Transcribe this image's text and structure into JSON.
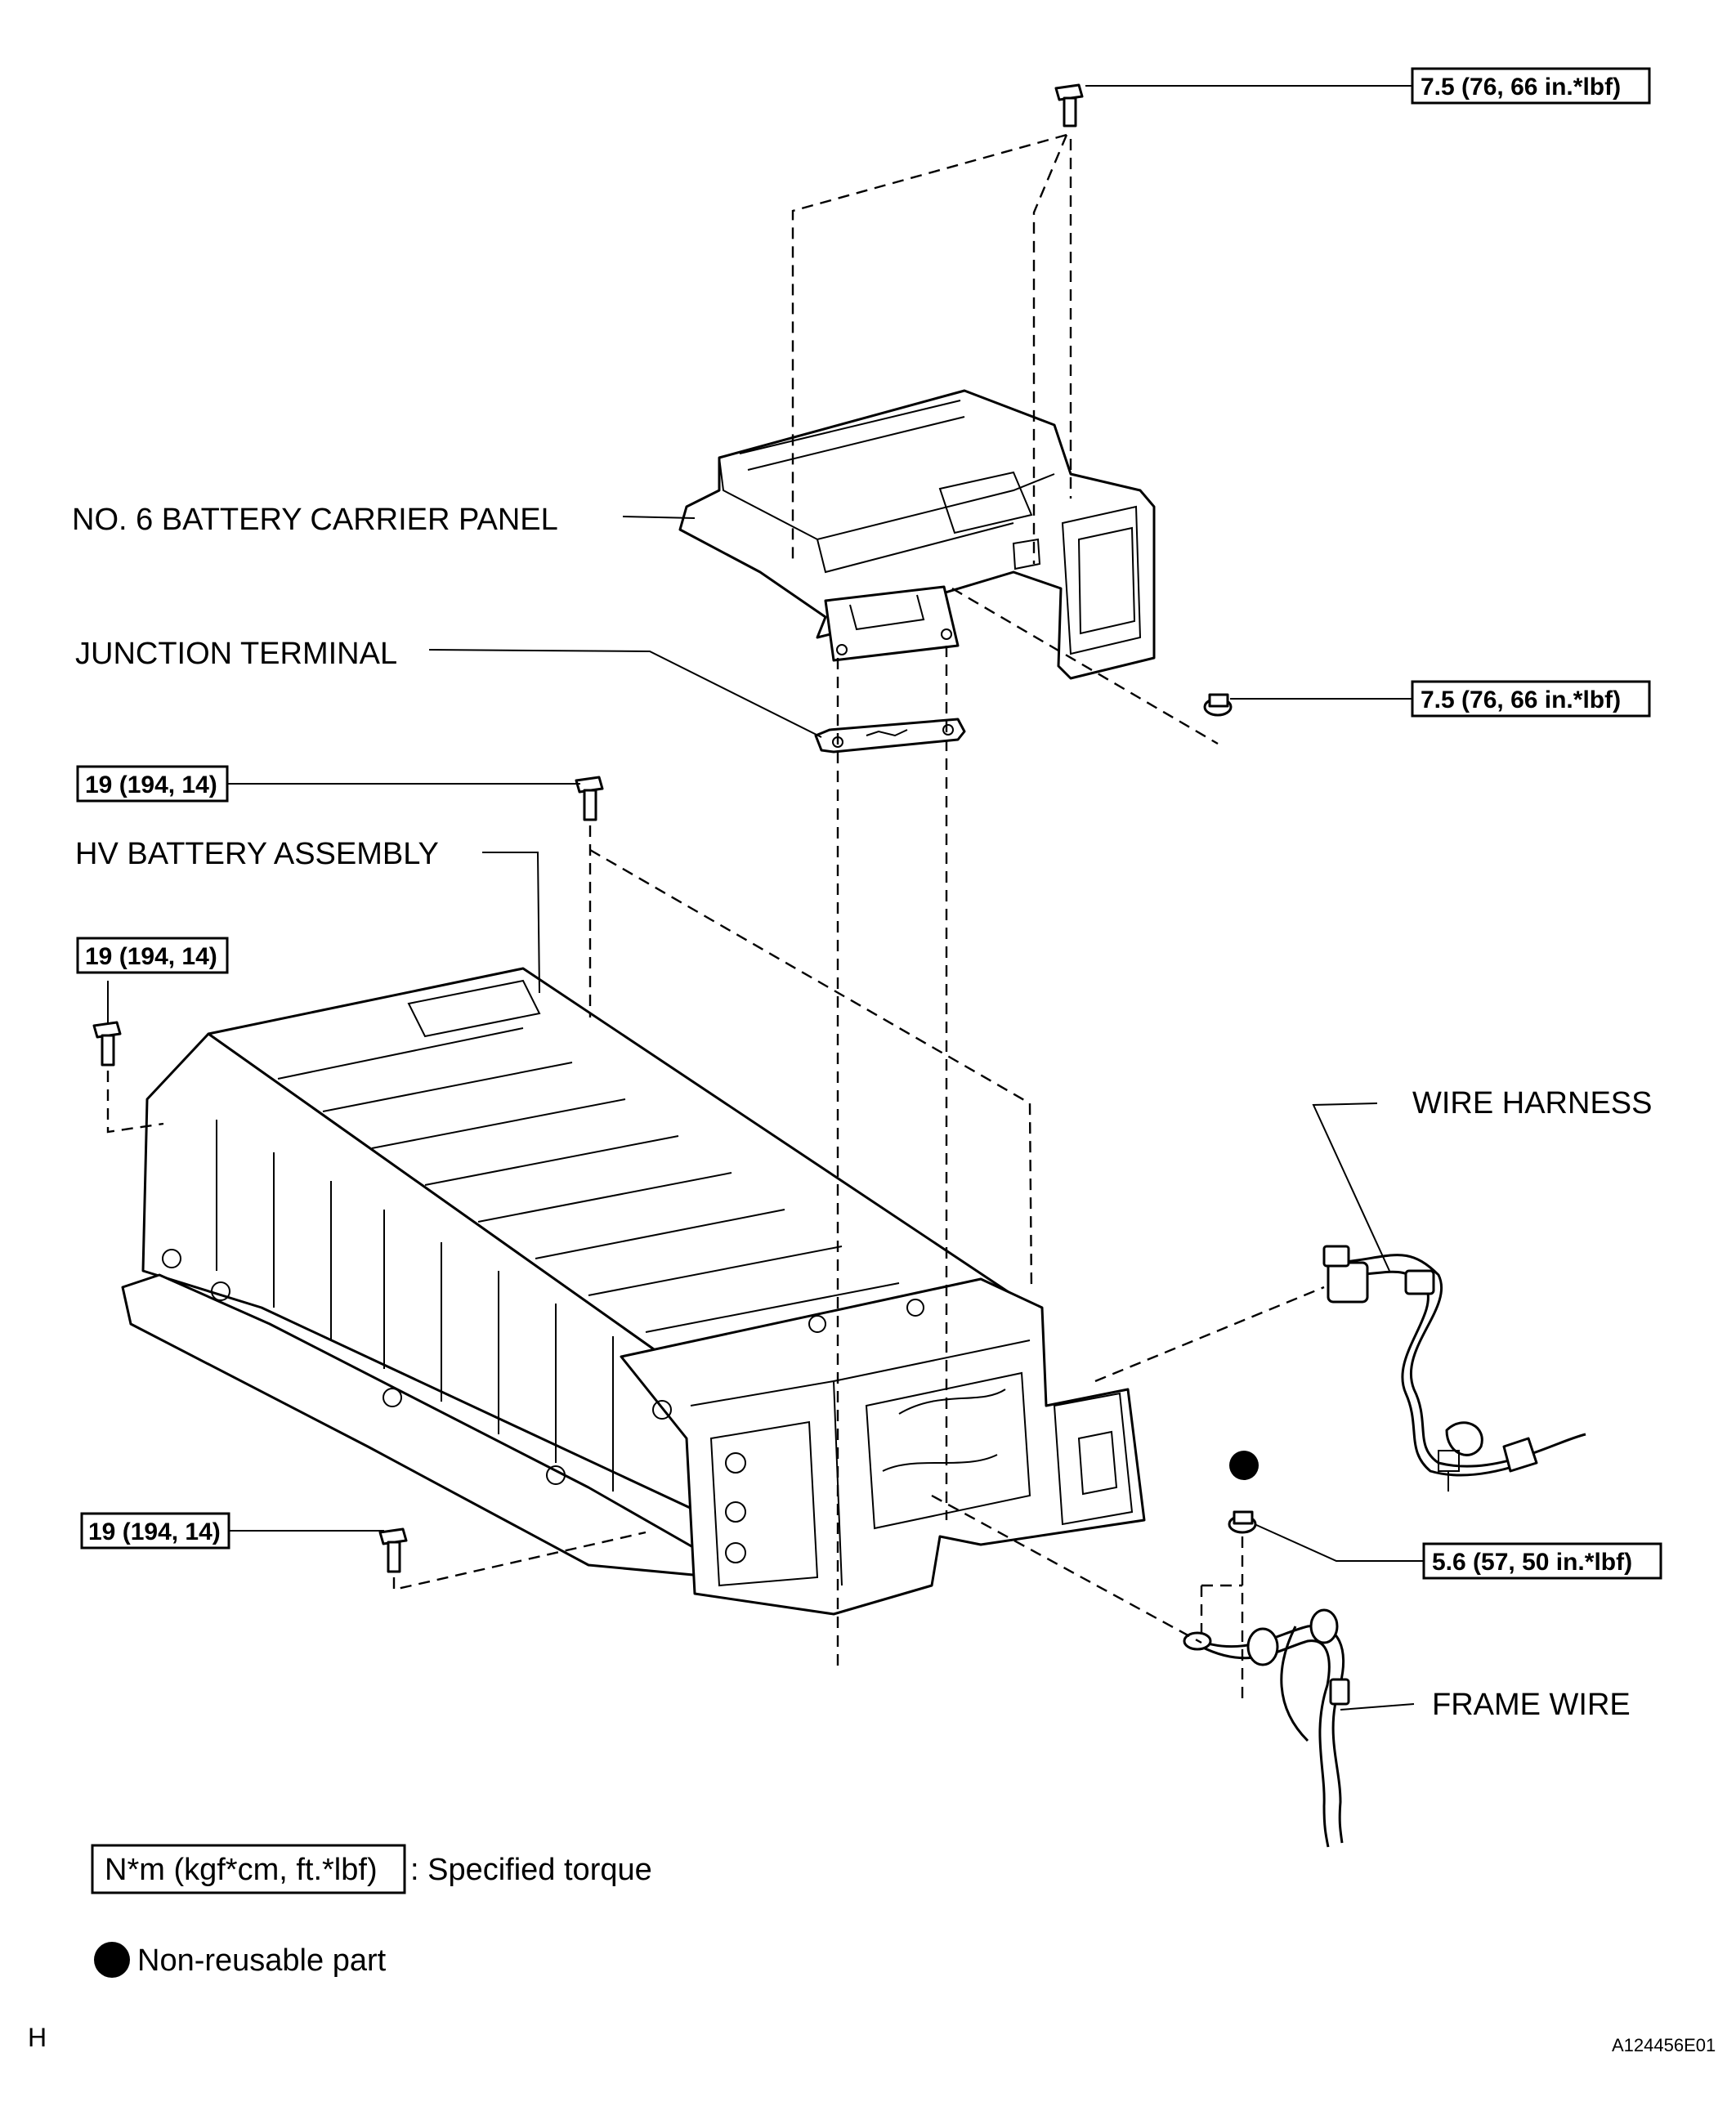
{
  "labels": {
    "carrier_panel": "NO. 6 BATTERY CARRIER PANEL",
    "junction_terminal": "JUNCTION TERMINAL",
    "hv_battery": "HV BATTERY ASSEMBLY",
    "wire_harness": "WIRE HARNESS",
    "frame_wire": "FRAME WIRE"
  },
  "torques": {
    "panel_top": "7.5 (76, 66 in.*lbf)",
    "panel_right": "7.5 (76, 66 in.*lbf)",
    "battery_top": "19 (194, 14)",
    "battery_left": "19 (194, 14)",
    "battery_bottom": "19 (194, 14)",
    "frame_nut": "5.6 (57, 50 in.*lbf)"
  },
  "legend": {
    "torque_unit": "N*m (kgf*cm, ft.*lbf)",
    "torque_desc": ": Specified torque",
    "nonreusable": "Non-reusable part"
  },
  "corner_letter": "H",
  "figure_code": "A124456E01"
}
